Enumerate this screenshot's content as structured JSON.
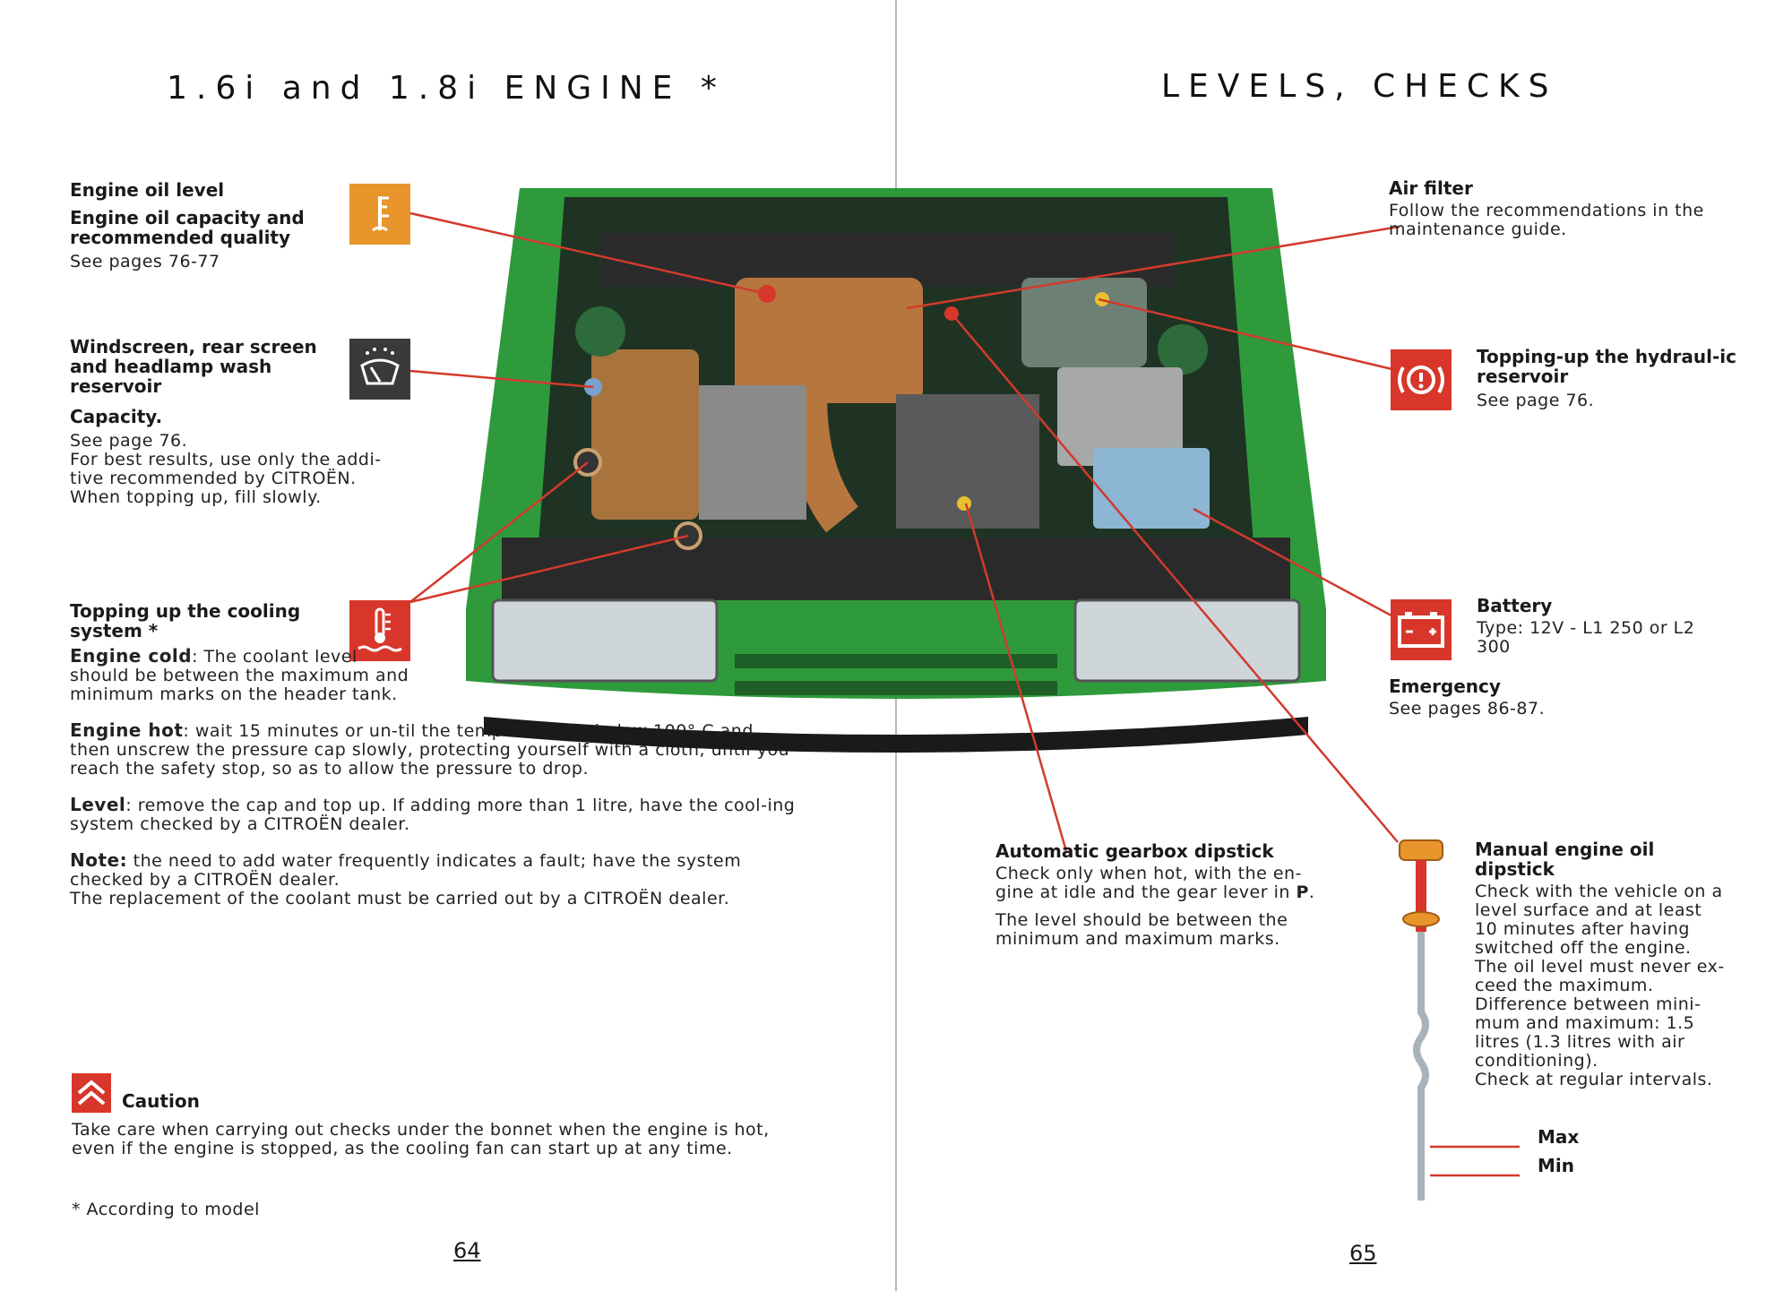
{
  "left_page": {
    "heading": "1.6i and 1.8i ENGINE *",
    "engine_oil": {
      "label1": "Engine oil level",
      "label2": "Engine oil capacity and recommended quality",
      "text": "See pages 76-77"
    },
    "washer": {
      "label": "Windscreen, rear screen and headlamp wash reservoir",
      "capacity_label": "Capacity.",
      "text1": "See page 76.",
      "text2": "For best results, use only the addi-tive recommended by CITROËN.",
      "text3": "When topping up, fill slowly."
    },
    "cooling": {
      "label": "Topping up the cooling system *",
      "cold_label": "Engine cold",
      "cold_text": ": The coolant level should be between the maximum and minimum marks on the header tank.",
      "hot_label": "Engine hot",
      "hot_text": ": wait 15 minutes or un-til the temperature is below 100° C and then unscrew the pressure cap slowly, protecting yourself with a cloth, until you reach the safety stop, so as to allow the pressure to drop.",
      "level_label": "Level",
      "level_text": ": remove the cap and top up. If adding more than 1 litre, have the cool-ing system checked by a CITROËN dealer.",
      "note_label": "Note:",
      "note_text": " the need to add water frequently indicates a fault; have the system checked by a CITROËN dealer.",
      "note_text2": "The replacement of the coolant must be carried out by a CITROËN dealer."
    },
    "caution": {
      "label": "Caution",
      "text": "Take care when carrying out checks under the bonnet when the engine is hot, even if the engine is stopped, as the cooling fan can start up at any time."
    },
    "footnote": "* According to model",
    "page_number": "64"
  },
  "right_page": {
    "heading": "LEVELS, CHECKS",
    "air_filter": {
      "label": "Air filter",
      "text": "Follow the recommendations in the maintenance guide."
    },
    "hydraulic": {
      "label": "Topping-up the hydraul-ic reservoir",
      "text": "See page 76."
    },
    "battery": {
      "label": "Battery",
      "text": "Type: 12V - L1 250 or L2 300",
      "emergency_label": "Emergency",
      "emergency_text": "See pages 86-87."
    },
    "gearbox": {
      "label": "Automatic gearbox dipstick",
      "text1_a": "Check only when hot, with the en-gine at idle and the gear lever in ",
      "text1_b": "P",
      "text1_c": ".",
      "text2": "The level should be between the minimum and maximum marks."
    },
    "dipstick": {
      "label": "Manual engine oil dipstick",
      "text": "Check with the vehicle on a level surface and at least 10 minutes after having switched off the engine.",
      "text2": "The oil level must never ex-ceed the maximum.",
      "text3": "Difference between mini-mum and maximum: 1.5 litres (1.3 litres with air conditioning).",
      "text4": "Check at regular intervals.",
      "max_label": "Max",
      "min_label": "Min"
    },
    "page_number": "65"
  },
  "colors": {
    "icon_orange": "#e8962b",
    "icon_red": "#d8362a",
    "icon_dark": "#3a3a3a",
    "leader_line": "#d23a2c",
    "car_green": "#2f9a3c"
  },
  "icons": {
    "oil": "oil-level-icon",
    "washer": "windscreen-washer-icon",
    "coolant": "coolant-temperature-icon",
    "hydraulic": "hydraulic-warning-icon",
    "battery": "battery-icon",
    "citroen": "citroen-chevron-icon"
  }
}
